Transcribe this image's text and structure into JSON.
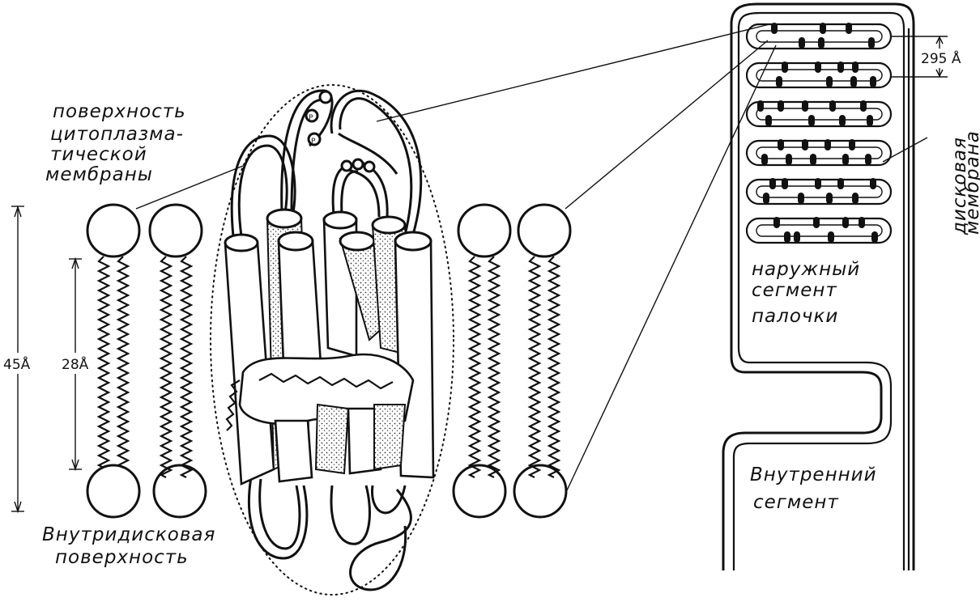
{
  "labels": {
    "cytoplasmic_surface": [
      "поверхность",
      "цитоплазма-",
      "тической",
      "мембраны"
    ],
    "intradisc_surface": [
      "Внутридисковая",
      "поверхность"
    ],
    "outer_segment": [
      "наружный",
      "сегмент",
      "палочки"
    ],
    "inner_segment": [
      "Внутренний",
      "сегмент"
    ],
    "disc_membrane": [
      "дисковая",
      "мембрана"
    ]
  },
  "dimensions": {
    "membrane_total": "45Å",
    "hydrophobic_core": "28Å",
    "disc_spacing": "295 Å"
  },
  "phosphate_marker": "P",
  "icons": {
    "lipid": "phospholipid-icon",
    "rhodopsin": "rhodopsin-helix-bundle",
    "rod_cell": "rod-cell-outline"
  }
}
